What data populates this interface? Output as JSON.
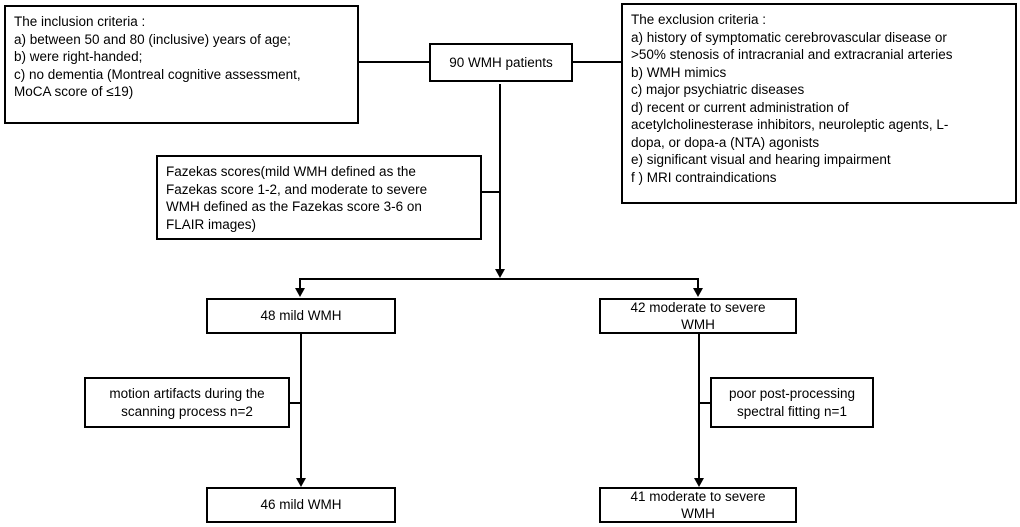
{
  "figure": {
    "type": "flowchart",
    "title": "WMH patient study enrollment flow diagram"
  },
  "nodes": {
    "inclusion": {
      "label": "The inclusion criteria :\na) between 50 and 80 (inclusive) years of age;\nb) were right-handed;\nc) no dementia (Montreal cognitive assessment,\nMoCA score of ≤19)"
    },
    "exclusion": {
      "label": "The exclusion criteria :\na) history of symptomatic cerebrovascular disease or\n>50% stenosis of intracranial and extracranial arteries\nb) WMH mimics\nc) major psychiatric diseases\nd) recent or current administration of\nacetylcholinesterase inhibitors, neuroleptic agents, L-\ndopa, or dopa-a (NTA) agonists\ne) significant visual and hearing impairment\nf ) MRI contraindications"
    },
    "cohort": {
      "label": "90 WMH patients"
    },
    "fazekas": {
      "label": "Fazekas scores(mild WMH defined as the\nFazekas score 1-2, and moderate to severe\nWMH defined as the Fazekas score 3-6 on\nFLAIR images)"
    },
    "mild_48": {
      "label": "48 mild WMH"
    },
    "severe_42": {
      "label": "42 moderate to severe\nWMH"
    },
    "motion_artifacts": {
      "label": "motion artifacts during the\nscanning process n=2"
    },
    "poor_fitting": {
      "label": "poor post-processing\nspectral fitting n=1"
    },
    "mild_46": {
      "label": "46 mild WMH"
    },
    "severe_41": {
      "label": "41 moderate to severe\nWMH"
    }
  },
  "colors": {
    "stroke": "#000000",
    "fill": "#ffffff",
    "text": "#000000"
  }
}
